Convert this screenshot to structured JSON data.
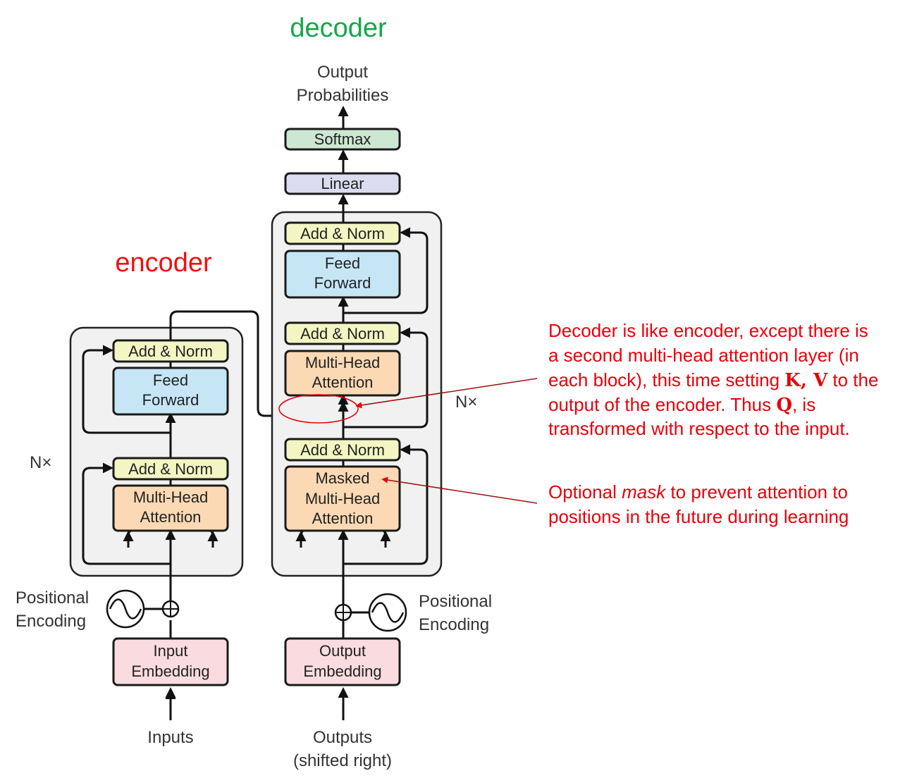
{
  "titles": {
    "encoder": "encoder",
    "decoder": "decoder"
  },
  "encoder": {
    "add_norm_top": "Add & Norm",
    "feed_forward": [
      "Feed",
      "Forward"
    ],
    "add_norm_bottom": "Add & Norm",
    "multi_head": [
      "Multi-Head",
      "Attention"
    ],
    "nx": "N×",
    "positional_encoding": [
      "Positional",
      "Encoding"
    ],
    "input_embedding": [
      "Input",
      "Embedding"
    ],
    "inputs": "Inputs"
  },
  "decoder": {
    "output_probabilities": [
      "Output",
      "Probabilities"
    ],
    "softmax": "Softmax",
    "linear": "Linear",
    "add_norm_top": "Add & Norm",
    "feed_forward": [
      "Feed",
      "Forward"
    ],
    "add_norm_middle": "Add & Norm",
    "multi_head": [
      "Multi-Head",
      "Attention"
    ],
    "add_norm_bottom": "Add & Norm",
    "masked_multi_head": [
      "Masked",
      "Multi-Head",
      "Attention"
    ],
    "nx": "N×",
    "positional_encoding": [
      "Positional",
      "Encoding"
    ],
    "output_embedding": [
      "Output",
      "Embedding"
    ],
    "outputs": [
      "Outputs",
      "(shifted right)"
    ]
  },
  "annotations": {
    "decoder_note": [
      "Decoder is like encoder, except there is",
      "a second multi-head attention layer (in",
      "each block), this time setting ",
      "K, V",
      " to the",
      "output of the encoder.  Thus ",
      "Q",
      ", is",
      "transformed with respect to the input."
    ],
    "mask_note_pre": "Optional ",
    "mask_note_em": "mask",
    "mask_note_post": " to prevent attention to",
    "mask_note_line2": "positions in the future during learning"
  },
  "colors": {
    "add_norm": "#f3f6c3",
    "feed_forward": "#c6e6f6",
    "attention": "#fbd9b4",
    "embedding": "#fadce0",
    "linear": "#dcdcf0",
    "softmax": "#cde8d2",
    "block_bg": "#f1f1f1",
    "annotation": "#e8000b",
    "decoder_title": "#13a84a"
  }
}
